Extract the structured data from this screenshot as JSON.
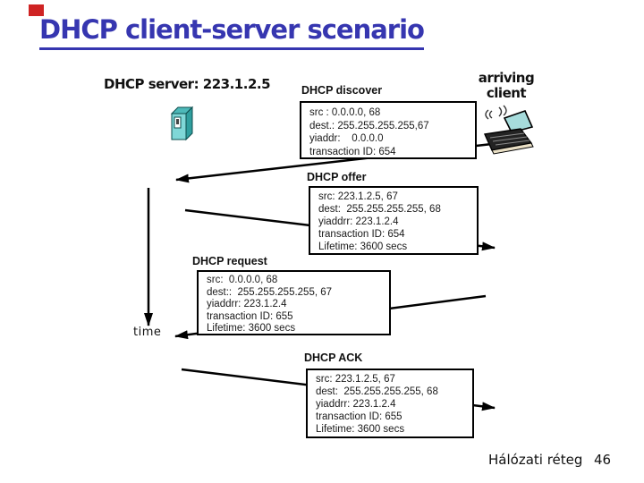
{
  "slide": {
    "title": "DHCP client-server scenario",
    "title_color": "#3636b0",
    "accent_color": "#cf2323",
    "footer": {
      "section": "Hálózati réteg",
      "page": "46"
    }
  },
  "actors": {
    "server": {
      "label": "DHCP server: 223.1.2.5",
      "icon": "server-icon"
    },
    "client": {
      "label_line1": "arriving",
      "label_line2": "client",
      "icon": "laptop-icon"
    },
    "time_label": "time"
  },
  "messages": [
    {
      "label": "DHCP discover",
      "direction": "client-to-server",
      "lines": [
        "src : 0.0.0.0, 68",
        "dest.: 255.255.255.255,67",
        "yiaddr:    0.0.0.0",
        "transaction ID: 654"
      ]
    },
    {
      "label": "DHCP offer",
      "direction": "server-to-client",
      "lines": [
        "src: 223.1.2.5, 67",
        "dest:  255.255.255.255, 68",
        "yiaddrr: 223.1.2.4",
        "transaction ID: 654",
        "Lifetime: 3600 secs"
      ]
    },
    {
      "label": "DHCP request",
      "direction": "client-to-server",
      "lines": [
        "src:  0.0.0.0, 68",
        "dest::  255.255.255.255, 67",
        "yiaddrr: 223.1.2.4",
        "transaction ID: 655",
        "Lifetime: 3600 secs"
      ]
    },
    {
      "label": "DHCP ACK",
      "direction": "server-to-client",
      "lines": [
        "src: 223.1.2.5, 67",
        "dest:  255.255.255.255, 68",
        "yiaddrr: 223.1.2.4",
        "transaction ID: 655",
        "Lifetime: 3600 secs"
      ]
    }
  ]
}
